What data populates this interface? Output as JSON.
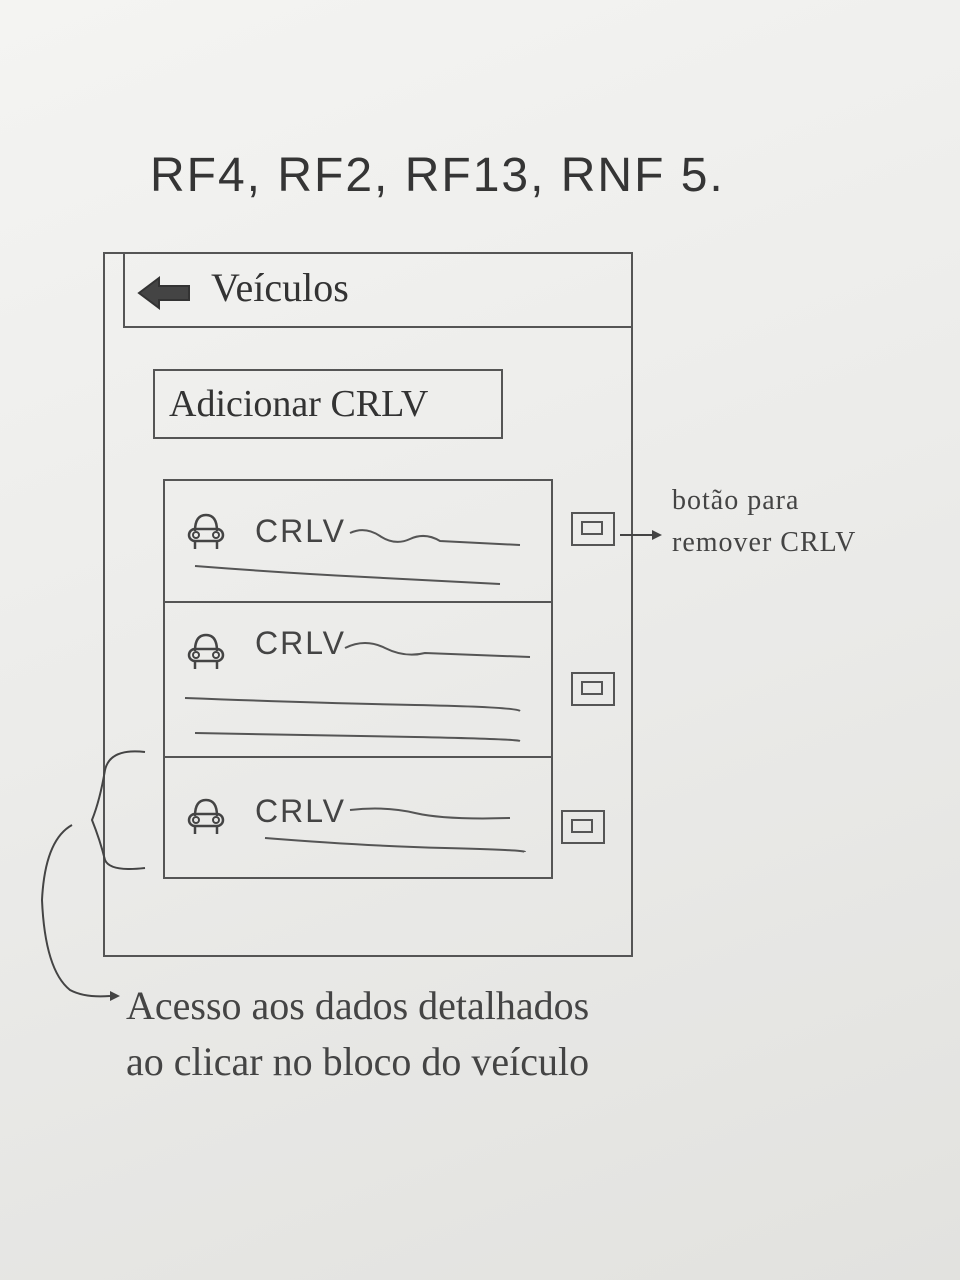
{
  "requirements": "RF4, RF2, RF13, RNF 5.",
  "screen": {
    "title": "Veículos",
    "add_button_label": "Adicionar CRLV",
    "items": [
      {
        "label": "CRLV"
      },
      {
        "label": "CRLV"
      },
      {
        "label": "CRLV"
      }
    ]
  },
  "annotations": {
    "remove_button_line1": "botão para",
    "remove_button_line2": "remover CRLV",
    "access_line1": "Acesso aos dados detalhados",
    "access_line2": "ao clicar no bloco do veículo"
  },
  "icons": {
    "back": "arrow-left-icon",
    "vehicle": "car-icon",
    "remove": "remove-box-icon"
  }
}
